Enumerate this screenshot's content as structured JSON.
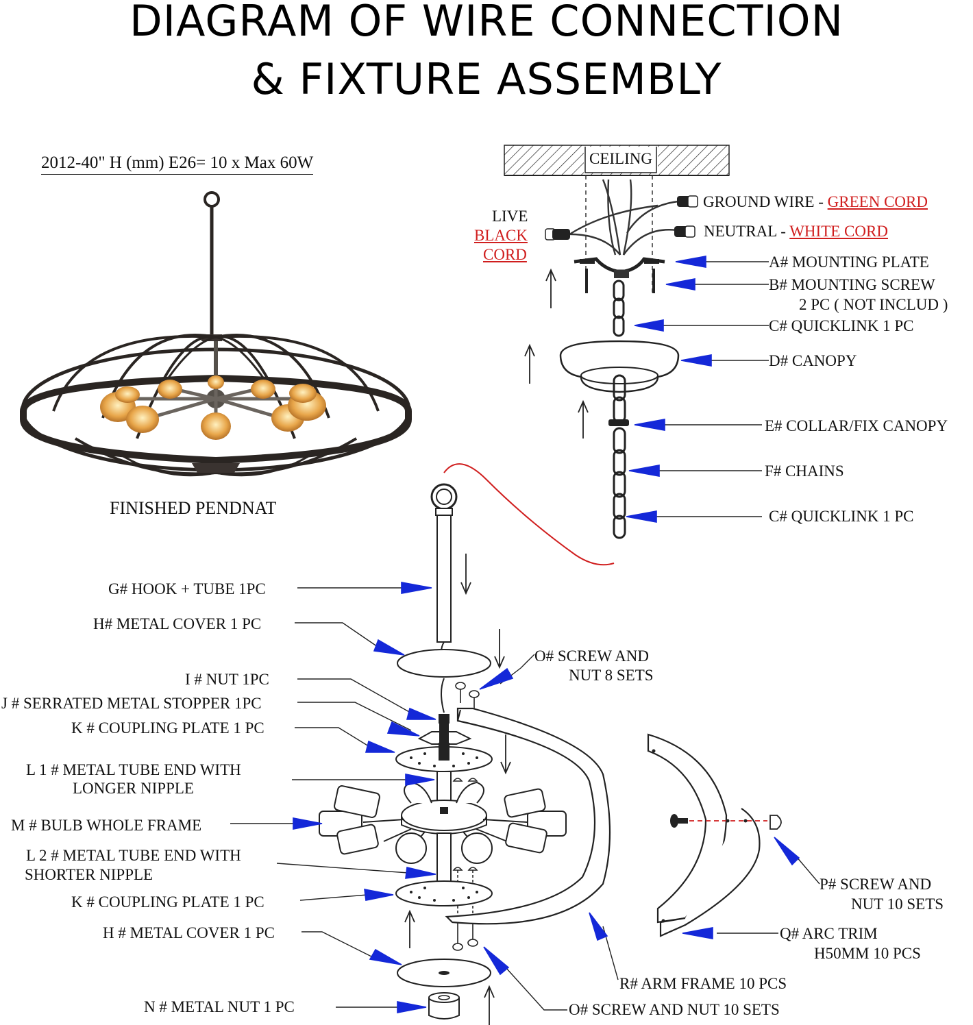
{
  "title": {
    "line1": "DIAGRAM OF WIRE CONNECTION",
    "line2": "& FIXTURE ASSEMBLY"
  },
  "spec": "2012-40\"  H (mm)   E26= 10 x Max 60W",
  "finished_caption": "FINISHED PENDNAT",
  "ceiling": "CEILING",
  "wiring": {
    "ground_prefix": "GROUND WIRE - ",
    "ground_color": "GREEN CORD",
    "neutral_prefix": "NEUTRAL - ",
    "neutral_color": "WHITE CORD",
    "live_prefix": "LIVE",
    "live_color_1": "BLACK",
    "live_color_2": "CORD"
  },
  "parts_top": {
    "a": "A#  MOUNTING PLATE",
    "b1": "B#  MOUNTING SCREW",
    "b2": "2 PC  ( NOT INCLUD )",
    "c1": "C#   QUICKLINK 1 PC",
    "d": "D#  CANOPY",
    "e": "E#   COLLAR/FIX CANOPY",
    "f": "F#   CHAINS",
    "c2": "C#   QUICKLINK 1 PC"
  },
  "parts_left": {
    "g": "G#   HOOK + TUBE  1PC",
    "h1": "H#   METAL COVER  1 PC",
    "i": "I #   NUT  1PC",
    "j": "J # SERRATED METAL STOPPER  1PC",
    "k1": "K #  COUPLING  PLATE 1 PC",
    "l1a": "L 1 #   METAL TUBE END WITH",
    "l1b": "LONGER NIPPLE",
    "m": "M #  BULB WHOLE FRAME",
    "l2a": "L 2 #   METAL TUBE END WITH",
    "l2b": "SHORTER NIPPLE",
    "k2": "K #   COUPLING PLATE 1 PC",
    "h2": "H #   METAL COVER 1 PC",
    "n": "N #   METAL NUT 1 PC"
  },
  "parts_right": {
    "o1a": "O#   SCREW AND",
    "o1b": "NUT   8 SETS",
    "p_a": "P#   SCREW AND",
    "p_b": "NUT   10 SETS",
    "q_a": "Q#    ARC TRIM",
    "q_b": "H50MM  10 PCS",
    "r": "R#    ARM FRAME  10 PCS",
    "o2": "O#   SCREW AND NUT   10 SETS"
  },
  "colors": {
    "arrow": "#1428d8",
    "wire_label": "#d01e1e",
    "line": "#222222",
    "frame": "#2a2522",
    "bulb": "#e0a048"
  }
}
